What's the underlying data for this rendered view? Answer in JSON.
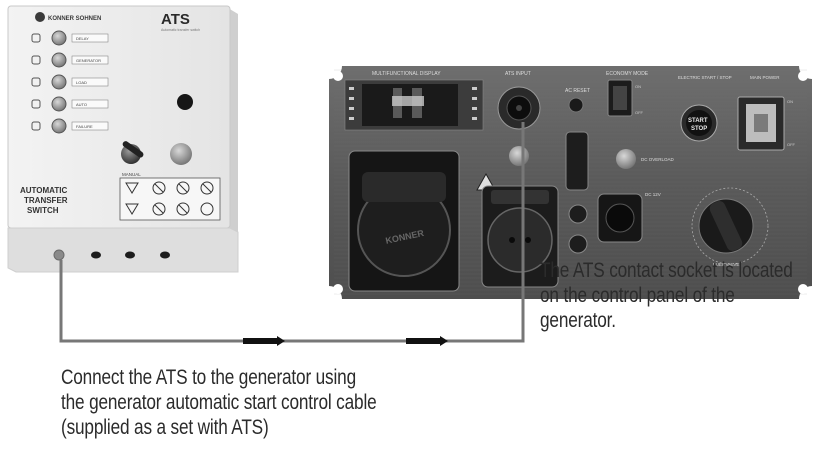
{
  "ats_unit": {
    "brand": "KONNER SOHNEN",
    "title": "ATS",
    "subtitle": "Automatic transfer switch",
    "side_label": [
      "AUTOMATIC",
      "TRANSFER",
      "SWITCH"
    ],
    "indicator_labels": [
      "DELAY",
      "GENERATOR",
      "LOAD",
      "AUTO",
      "FAILURE"
    ],
    "knob_label": "MANUAL"
  },
  "generator_panel": {
    "multifunctional_display": "MULTIFUNCTIONAL DISPLAY",
    "ats_input": "ATS INPUT",
    "ac_reset": "AC RESET",
    "economy_mode": "ECONOMY MODE",
    "electric_start": "ELECTRIC START / STOP",
    "main_power": "MAIN POWER",
    "start_stop_button": [
      "START",
      "STOP"
    ],
    "dc_overload": "DC OVERLOAD",
    "dc_socket": "DC 12V",
    "fuel_valve": "FUEL VALVE",
    "economy_on": "ON",
    "economy_off": "OFF",
    "power_on": "ON",
    "power_off": "OFF"
  },
  "captions": {
    "generator_note": [
      "The ATS contact socket is located",
      "on the control panel of the",
      "generator."
    ],
    "connect_note": [
      "Connect the ATS to the generator using",
      "the generator automatic start control cable",
      "(supplied as a set with ATS)"
    ]
  }
}
